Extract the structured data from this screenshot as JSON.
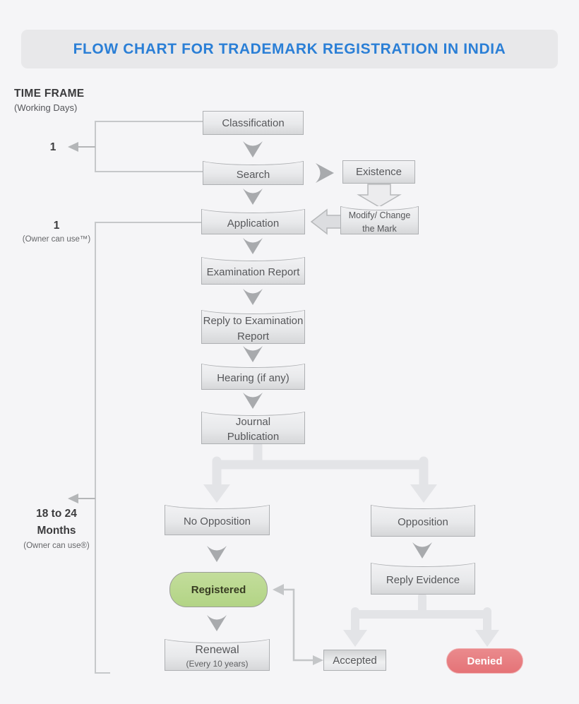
{
  "title": "FLOW CHART FOR TRADEMARK REGISTRATION IN INDIA",
  "timeframe": {
    "heading": "TIME FRAME",
    "subheading": "(Working Days)",
    "marker_search": {
      "value": "1"
    },
    "marker_application": {
      "value": "1",
      "note": "(Owner can use™)"
    },
    "marker_registration": {
      "line1": "18 to 24",
      "line2": "Months",
      "note": "(Owner can use®)"
    }
  },
  "nodes": {
    "classification": {
      "label": "Classification"
    },
    "search": {
      "label": "Search"
    },
    "existence": {
      "label": "Existence"
    },
    "modify": {
      "line1": "Modify/ Change",
      "line2": "the Mark"
    },
    "application": {
      "label": "Application"
    },
    "examination_report": {
      "label": "Examination Report"
    },
    "reply_examination": {
      "line1": "Reply to Examination",
      "line2": "Report"
    },
    "hearing": {
      "label": "Hearing (if any)"
    },
    "journal": {
      "line1": "Journal",
      "line2": "Publication"
    },
    "no_opposition": {
      "label": "No Opposition"
    },
    "opposition": {
      "label": "Opposition"
    },
    "registered": {
      "label": "Registered"
    },
    "reply_evidence": {
      "label": "Reply Evidence"
    },
    "renewal": {
      "label": "Renewal",
      "note": "(Every 10 years)"
    },
    "accepted": {
      "label": "Accepted"
    },
    "denied": {
      "label": "Denied"
    }
  },
  "colors": {
    "title_text": "#2b7fd6",
    "banner_fill": "#e8e8ea",
    "page_background": "#f5f5f7",
    "box_border": "#aeb0b3",
    "box_text": "#56575a",
    "chevron_arrow": "#a8aaad",
    "splitter_arrow": "#e3e4e7",
    "bracket_line": "#c6c8ca",
    "registered_fill": "#b9d88e",
    "denied_fill": "#e87e82"
  }
}
